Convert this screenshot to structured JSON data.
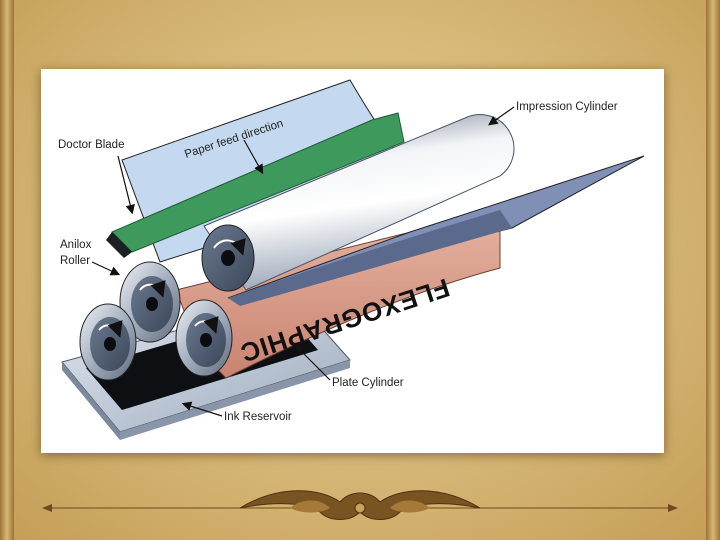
{
  "labels": {
    "impression_cylinder": "Impression Cylinder",
    "doctor_blade": "Doctor Blade",
    "anilox_roller_line1": "Anilox",
    "anilox_roller_line2": "Roller",
    "paper_feed_direction": "Paper feed direction",
    "plate_cylinder": "Plate Cylinder",
    "ink_reservoir": "Ink Reservoir"
  },
  "plate_text": "FLEXOGRAPHIC",
  "colors": {
    "paper": "#c4d9f0",
    "paper_back": "#7f8fb6",
    "plate": "#d99d8a",
    "doctor_blade": "#3e9a5c",
    "roller_steel": "#8f9db0",
    "frame_gold": "#c9a660"
  }
}
